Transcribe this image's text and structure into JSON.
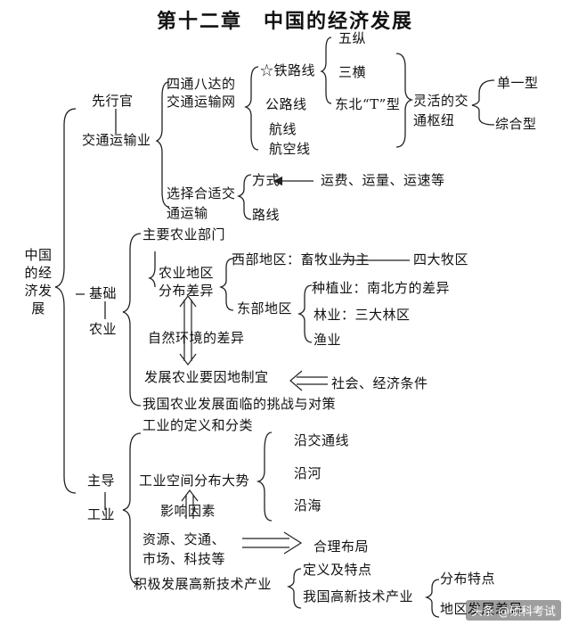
{
  "title": "第十二章　中国的经济发展",
  "root": "中国的经济发展",
  "transport": {
    "role": "先行官",
    "name": "交通运输业",
    "network": "四通八达的交通运输网",
    "rail": "☆铁路线",
    "rail_items": [
      "五纵",
      "三横",
      "东北“T”型"
    ],
    "road": "公路线",
    "air": "航线",
    "airline": "航空线",
    "hub": "灵活的交通枢纽",
    "hub_types": [
      "单一型",
      "综合型"
    ],
    "choose": "选择合适交通运输",
    "mode": "方式",
    "route": "路线",
    "factors": "运费、运量、运速等"
  },
  "agriculture": {
    "role": "基础",
    "name": "农业",
    "main_sectors": "主要农业部门",
    "distribution": "农业地区分布差异",
    "west": "西部地区：畜牧业为主",
    "pastures": "四大牧区",
    "east": "东部地区",
    "planting": "种植业：南北方的差异",
    "forestry": "林业：三大林区",
    "fishery": "渔业",
    "nature": "自然环境的差异",
    "adapt": "发展农业要因地制宜",
    "social": "社会、经济条件",
    "challenge": "我国农业发展面临的挑战与对策"
  },
  "industry": {
    "role": "主导",
    "name": "工业",
    "definition": "工业的定义和分类",
    "trend": "工业空间分布大势",
    "traffic": "沿交通线",
    "river": "沿河",
    "sea": "沿海",
    "influence": "影响因素",
    "resources": "资源、交通、",
    "market": "市场、科技等",
    "layout": "合理布局",
    "hightech": "积极发展高新技术产业",
    "features": "定义及特点",
    "china_hightech": "我国高新技术产业",
    "dist_features": "分布特点",
    "regional": "地区发展差异"
  },
  "watermark": "头条 @硕科考试"
}
